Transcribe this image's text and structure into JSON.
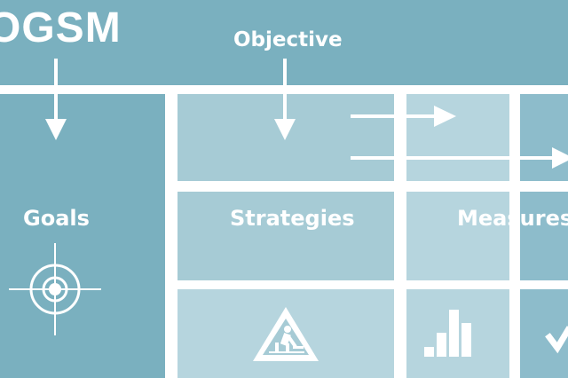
{
  "title": "OGSM",
  "labels": {
    "objective": "Objective",
    "goals": "Goals",
    "strategies": "Strategies",
    "measures": "Measures"
  },
  "colors": {
    "dark_panel": "#7ab0bf",
    "medium_cell": "#a6cbd5",
    "light_cell": "#b6d5de",
    "gridline": "#ffffff",
    "ink": "#ffffff"
  },
  "icons": {
    "goals": "crosshair-target-icon",
    "strategies": "construction-warning-icon",
    "measures": "bar-chart-icon",
    "plans": "checkmark-icon"
  }
}
